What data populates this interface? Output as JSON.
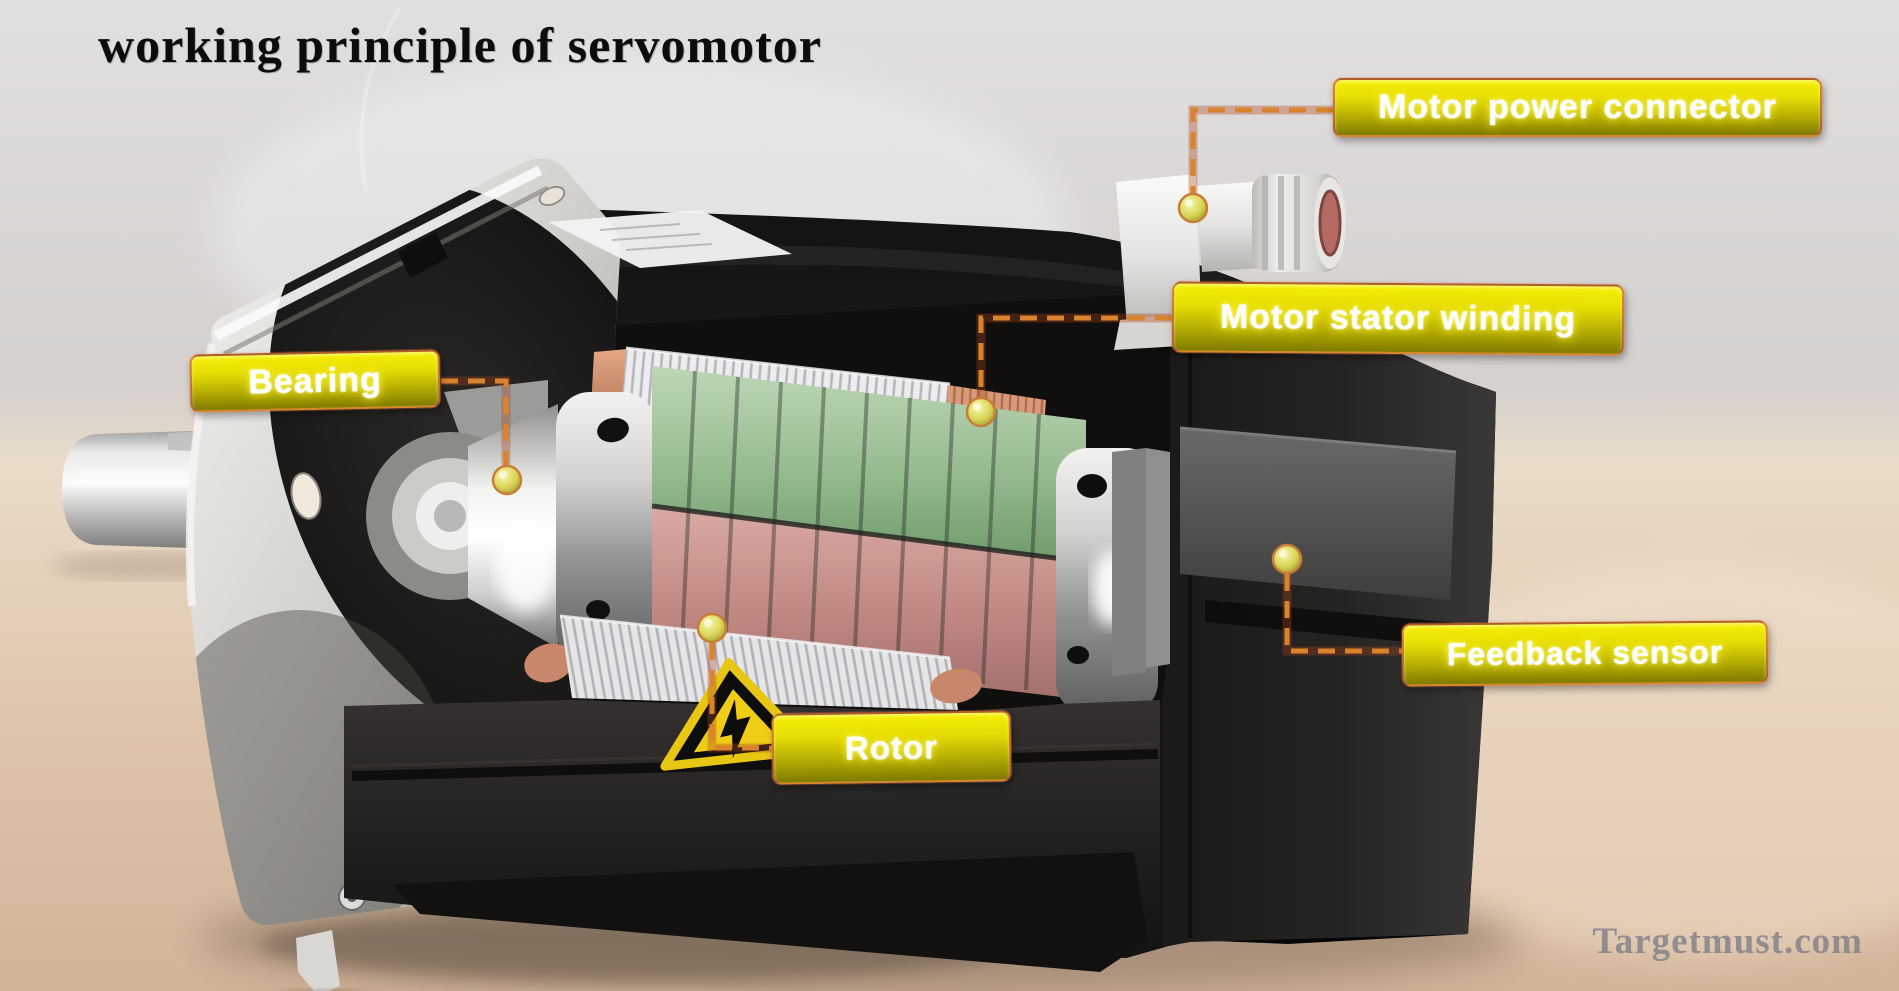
{
  "title": "working principle of servomotor",
  "watermark": "Targetmust.com",
  "diagram": {
    "subject": "Servomotor cutaway 3D illustration",
    "labels": [
      {
        "id": "motor-power-connector",
        "text": "Motor power connector"
      },
      {
        "id": "motor-stator-winding",
        "text": "Motor stator winding"
      },
      {
        "id": "bearing",
        "text": "Bearing"
      },
      {
        "id": "rotor",
        "text": "Rotor"
      },
      {
        "id": "feedback-sensor",
        "text": "Feedback sensor"
      }
    ],
    "icons": [
      {
        "name": "high-voltage-warning-icon",
        "glyph": "lightning-bolt-in-triangle"
      },
      {
        "name": "callout-marker-dot",
        "glyph": "sphere"
      }
    ]
  },
  "colors": {
    "label_gradient_top": "#f6ef06",
    "label_gradient_bottom": "#7f7a02",
    "label_text": "#ffffff",
    "callout_line": "#d9832f",
    "marker_fill": "#d8d455",
    "rotor_green": "#9cbf97",
    "rotor_pink": "#c79992",
    "copper": "#d19374",
    "wall": "#d9d6d4",
    "floor": "#dcc3aa",
    "watermark_color": "#85838a"
  }
}
